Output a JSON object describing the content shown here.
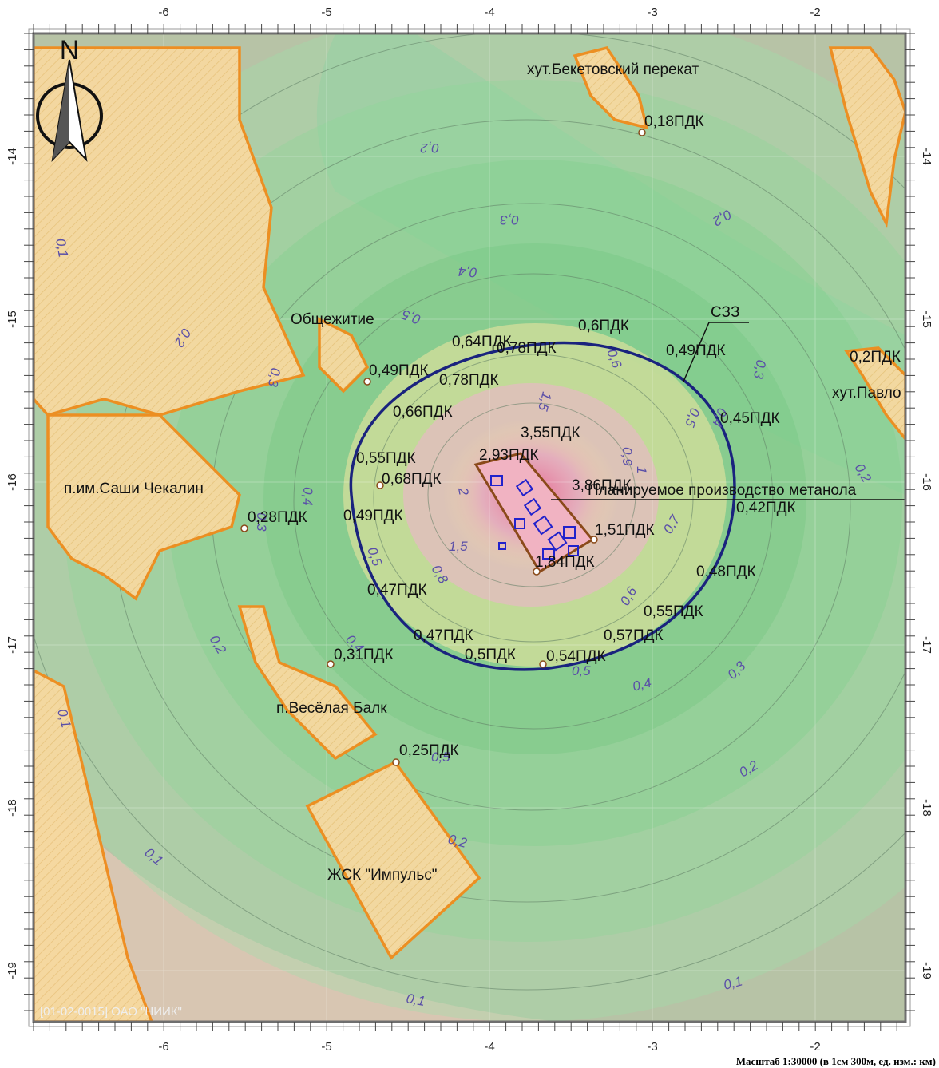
{
  "map": {
    "compass_letter": "N",
    "credit": "[01-02-0015] ОАО \"НИИК\"",
    "scale_text": "Масштаб 1:30000 (в 1см 300м, ед. изм.: км)",
    "sanitary_zone_label": "СЗЗ",
    "x_ticks": [
      "-6",
      "-5",
      "-4",
      "-3",
      "-2"
    ],
    "y_ticks": [
      "-14",
      "-15",
      "-16",
      "-17",
      "-18",
      "-19"
    ],
    "colors": {
      "frame": "#6f6f6f",
      "zone_fill": "#f7d9a0",
      "zone_stroke": "#f08c1c",
      "sanitary_zone": "#1a237e",
      "pollution_core": "#d04a6a",
      "isoline_text": "#5a4fa8",
      "green_overlay": "#7fd08a"
    },
    "places": [
      "хут.Бекетовский перекат",
      "Общежитие",
      "хут.Павло",
      "п.им.Саши Чекалин",
      "Планируемое производство метанола",
      "п.Весёлая Балк",
      "ЖСК \"Импульс\""
    ],
    "pdk_labels": [
      "0,18ПДК",
      "0,6ПДК",
      "0,49ПДК",
      "0,2ПДК",
      "0,64ПДК",
      "0,78ПДК",
      "0,49ПДК",
      "0,78ПДК",
      "0,66ПДК",
      "0,45ПДК",
      "3,55ПДК",
      "2,93ПДК",
      "0,55ПДК",
      "0,68ПДК",
      "3,86ПДК",
      "0,42ПДК",
      "0,28ПДК",
      "0,49ПДК",
      "1,51ПДК",
      "1,84ПДК",
      "0,48ПДК",
      "0,47ПДК",
      "0,55ПДК",
      "0,47ПДК",
      "0,57ПДК",
      "0,31ПДК",
      "0,5ПДК",
      "0,54ПДК",
      "0,25ПДК"
    ],
    "isoline_labels": [
      "0,2",
      "0,3",
      "0,2",
      "0,1",
      "0,4",
      "0,5",
      "0,2",
      "0,3",
      "0,6",
      "0,3",
      "1,5",
      "0,4",
      "0,5",
      "1",
      "0,2",
      "0,9",
      "0,4",
      "2",
      "0,3",
      "0,7",
      "1,5",
      "0,5",
      "0,8",
      "0,6",
      "0,2",
      "0,4",
      "0,5",
      "0,4",
      "0,3",
      "0,1",
      "0,5",
      "0,2",
      "0,2",
      "0,1",
      "0,1",
      "0,1"
    ]
  }
}
